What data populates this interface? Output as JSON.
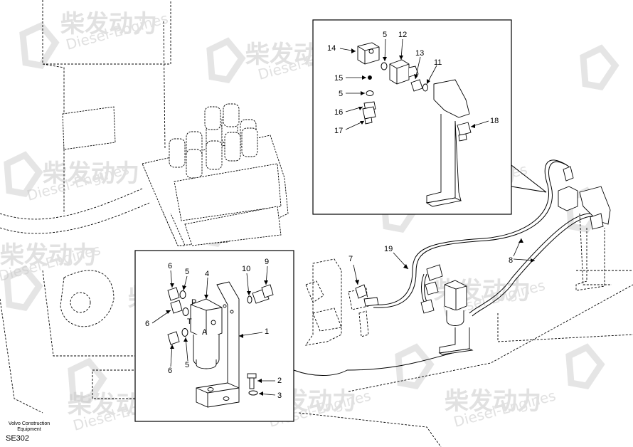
{
  "watermark": {
    "brand": "柴发动力",
    "sub": "Diesel-Engines",
    "color": "#c9c9c9"
  },
  "callouts": {
    "n1": "1",
    "n2": "2",
    "n3": "3",
    "n4": "4",
    "n5": "5",
    "n6": "6",
    "n7": "7",
    "n8": "8",
    "n9": "9",
    "n10": "10",
    "n11": "11",
    "n12": "12",
    "n13": "13",
    "n14": "14",
    "n15": "15",
    "n16": "16",
    "n17": "17",
    "n18": "18",
    "n19": "19"
  },
  "ports": {
    "p": "P",
    "t": "T",
    "a": "A"
  },
  "footer": {
    "publisher_line1": "Volvo Construction",
    "publisher_line2": "Equipment",
    "drawing_code": "SE302"
  }
}
